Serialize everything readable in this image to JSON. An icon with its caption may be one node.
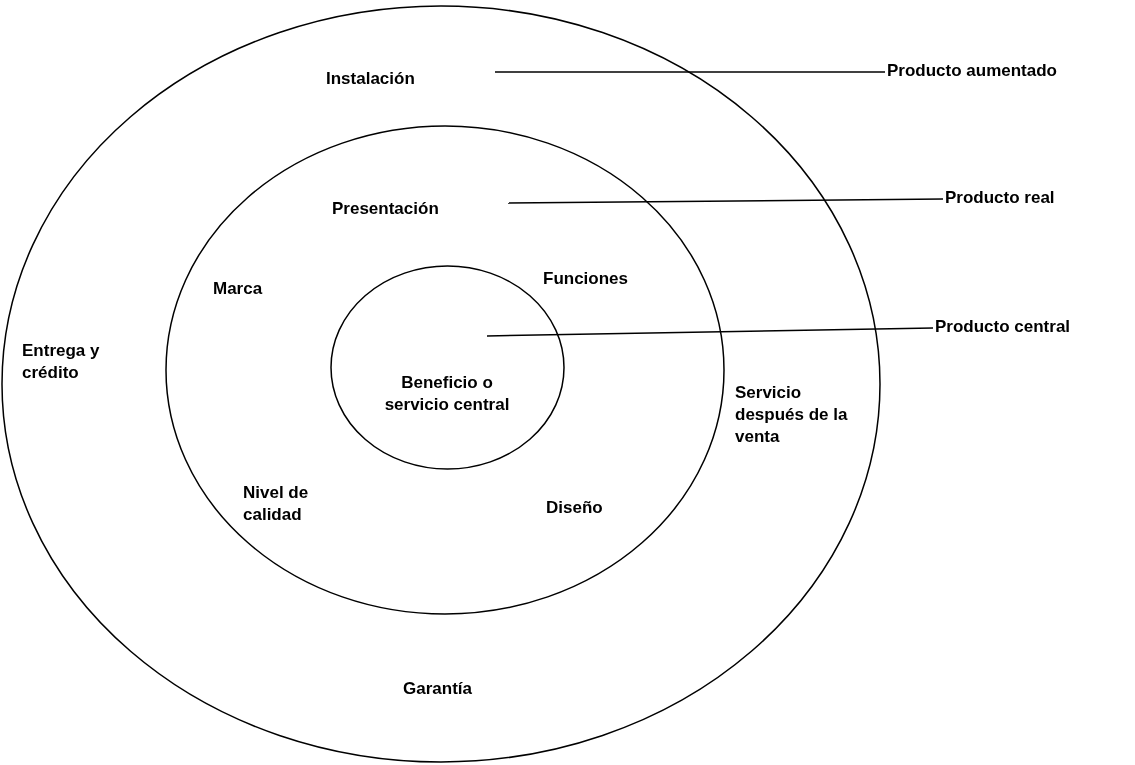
{
  "diagram": {
    "nodes": [
      {
        "text": [
          "Instalación",
          "Entrega y crédito",
          "Servicio después de la venta",
          "Garantía"
        ]
      },
      {
        "text": [
          "Presentación",
          "Marca",
          "Funciones",
          "Nivel de calidad",
          "Diseño"
        ],
        "in": 0
      },
      {
        "text": [
          "Beneficio o servicio central"
        ],
        "in": 1
      },
      {
        "text": [
          "Producto aumentado"
        ]
      },
      {
        "text": [
          "Producto real"
        ]
      },
      {
        "text": [
          "Producto central"
        ]
      }
    ],
    "edges": [
      {
        "from": 3,
        "to": 0,
        "arrow": "none"
      },
      {
        "from": 4,
        "to": 1,
        "arrow": "none"
      },
      {
        "from": 5,
        "to": 2,
        "arrow": "none"
      }
    ]
  }
}
